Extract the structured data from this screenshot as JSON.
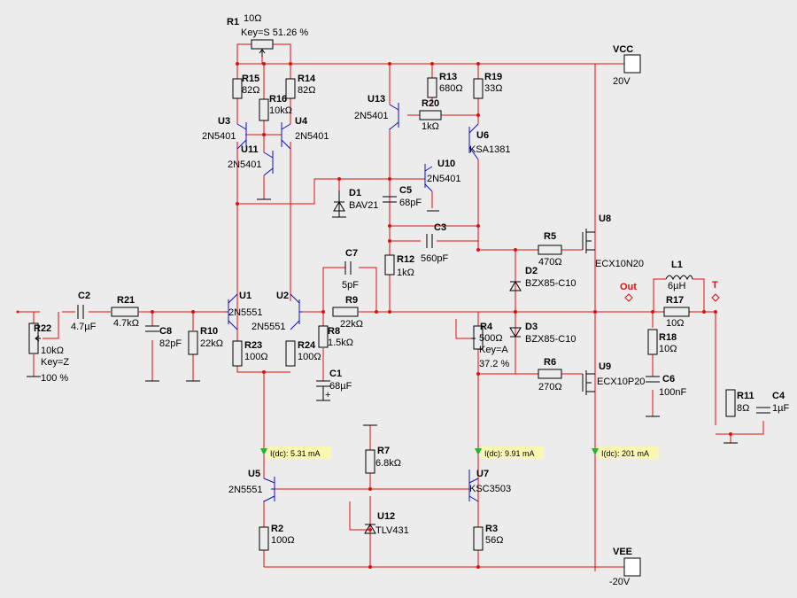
{
  "colors": {
    "wire": "#e01010",
    "component": "#000000",
    "transistor": "#1010c0",
    "probe_bg": "#fbf7b0",
    "probe_arrow": "#1fb81f",
    "background": "#ececec"
  },
  "labels": {
    "R1": {
      "name": "R1",
      "value": "10Ω",
      "extra": "Key=S 51.26 %"
    },
    "R15": {
      "name": "R15",
      "value": "82Ω"
    },
    "R14": {
      "name": "R14",
      "value": "82Ω"
    },
    "R16": {
      "name": "R16",
      "value": "10kΩ"
    },
    "U3": {
      "name": "U3",
      "value": "2N5401"
    },
    "U4": {
      "name": "U4",
      "value": "2N5401"
    },
    "U11": {
      "name": "U11",
      "value": "2N5401"
    },
    "U13": {
      "name": "U13",
      "value": "2N5401"
    },
    "R13": {
      "name": "R13",
      "value": "680Ω"
    },
    "R19": {
      "name": "R19",
      "value": "33Ω"
    },
    "R20": {
      "name": "R20",
      "value": "1kΩ"
    },
    "U6": {
      "name": "U6",
      "value": "KSA1381"
    },
    "U10": {
      "name": "U10",
      "value": "2N5401"
    },
    "D1": {
      "name": "D1",
      "value": "BAV21"
    },
    "C5": {
      "name": "C5",
      "value": "68pF"
    },
    "C3": {
      "name": "C3",
      "value": "560pF"
    },
    "U8": {
      "name": "U8",
      "value": "ECX10N20"
    },
    "R5": {
      "name": "R5",
      "value": "470Ω"
    },
    "D2": {
      "name": "D2",
      "value": "BZX85-C10"
    },
    "L1": {
      "name": "L1",
      "value": "6µH"
    },
    "C7": {
      "name": "C7",
      "value": "5pF"
    },
    "R12": {
      "name": "R12",
      "value": "1kΩ"
    },
    "R9": {
      "name": "R9",
      "value": "22kΩ"
    },
    "C2": {
      "name": "C2",
      "value": "4.7µF"
    },
    "R21": {
      "name": "R21",
      "value": "4.7kΩ"
    },
    "U1": {
      "name": "U1",
      "value": "2N5551"
    },
    "U2": {
      "name": "U2",
      "value": "2N5551"
    },
    "R22": {
      "name": "R22",
      "value": "10kΩ",
      "extra": "Key=Z",
      "extra2": "100 %"
    },
    "C8": {
      "name": "C8",
      "value": "82pF"
    },
    "R10": {
      "name": "R10",
      "value": "22kΩ"
    },
    "R23": {
      "name": "R23",
      "value": "100Ω"
    },
    "R24": {
      "name": "R24",
      "value": "100Ω"
    },
    "R8": {
      "name": "R8",
      "value": "1.5kΩ"
    },
    "C1": {
      "name": "C1",
      "value": "68µF"
    },
    "R4": {
      "name": "R4",
      "value": "500Ω",
      "extra": "Key=A",
      "extra2": "37.2 %"
    },
    "D3": {
      "name": "D3",
      "value": "BZX85-C10"
    },
    "R6": {
      "name": "R6",
      "value": "270Ω"
    },
    "U9": {
      "name": "U9",
      "value": "ECX10P20"
    },
    "R17": {
      "name": "R17",
      "value": "10Ω"
    },
    "R18": {
      "name": "R18",
      "value": "10Ω"
    },
    "C6": {
      "name": "C6",
      "value": "100nF"
    },
    "R11": {
      "name": "R11",
      "value": "8Ω"
    },
    "C4": {
      "name": "C4",
      "value": "1µF"
    },
    "R7": {
      "name": "R7",
      "value": "6.8kΩ"
    },
    "U5": {
      "name": "U5",
      "value": "2N5551"
    },
    "U7": {
      "name": "U7",
      "value": "KSC3503"
    },
    "U12": {
      "name": "U12",
      "value": "TLV431"
    },
    "R2": {
      "name": "R2",
      "value": "100Ω"
    },
    "R3": {
      "name": "R3",
      "value": "56Ω"
    }
  },
  "power": {
    "vcc": {
      "name": "VCC",
      "value": "20V"
    },
    "vee": {
      "name": "VEE",
      "value": "-20V"
    }
  },
  "nets": {
    "out": "Out",
    "t": "T"
  },
  "probes": [
    {
      "label": "I(dc): 5.31 mA"
    },
    {
      "label": "I(dc): 9.91 mA"
    },
    {
      "label": "I(dc): 201 mA"
    }
  ]
}
